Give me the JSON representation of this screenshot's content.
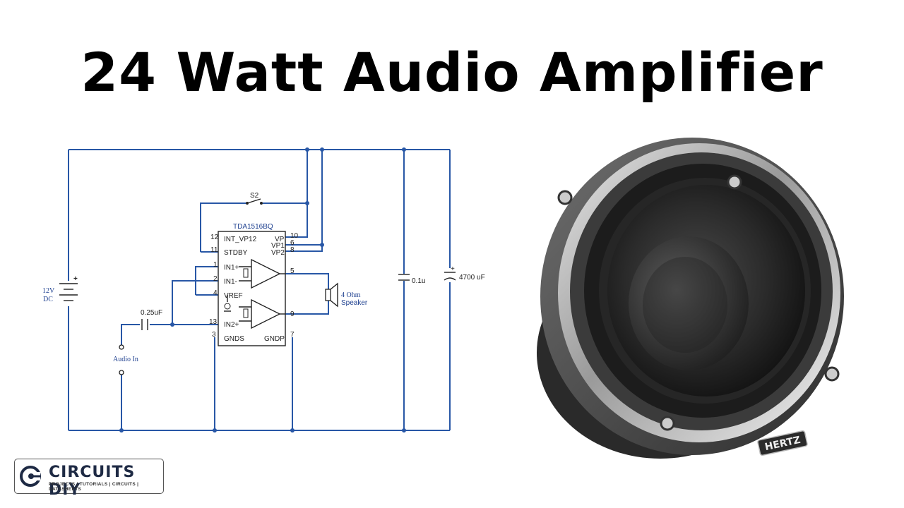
{
  "title": "24 Watt Audio Amplifier",
  "schematic": {
    "ic_name": "TDA1516BQ",
    "switch_label": "S2",
    "battery_label_line1": "12V",
    "battery_label_line2": "DC",
    "input_cap_label": "0.25uF",
    "input_label": "Audio In",
    "cap1_label": "0.1u",
    "cap2_label": "4700 uF",
    "speaker_label_line1": "4 Ohm",
    "speaker_label_line2": "Speaker",
    "battery_plus": "+",
    "cap2_plus": "+",
    "pins_left": [
      {
        "num": "12",
        "name": "INT_VP12"
      },
      {
        "num": "11",
        "name": "STDBY"
      },
      {
        "num": "1",
        "name": "IN1+"
      },
      {
        "num": "2",
        "name": "IN1-"
      },
      {
        "num": "4",
        "name": "VREF"
      },
      {
        "num": "13",
        "name": "IN2+"
      },
      {
        "num": "3",
        "name": "GNDS"
      }
    ],
    "pins_right": [
      {
        "num": "10",
        "name": "VP"
      },
      {
        "num": "6",
        "name": "VP1"
      },
      {
        "num": "8",
        "name": "VP2"
      },
      {
        "num": "5",
        "name": ""
      },
      {
        "num": "9",
        "name": ""
      },
      {
        "num": "7",
        "name": "GNDP"
      }
    ]
  },
  "speaker_brand": "HERTZ",
  "logo": {
    "name": "CIRCUITS DIY",
    "tagline": "PROJECTS | TUTORIALS | CIRCUITS | DATASHEETS"
  }
}
